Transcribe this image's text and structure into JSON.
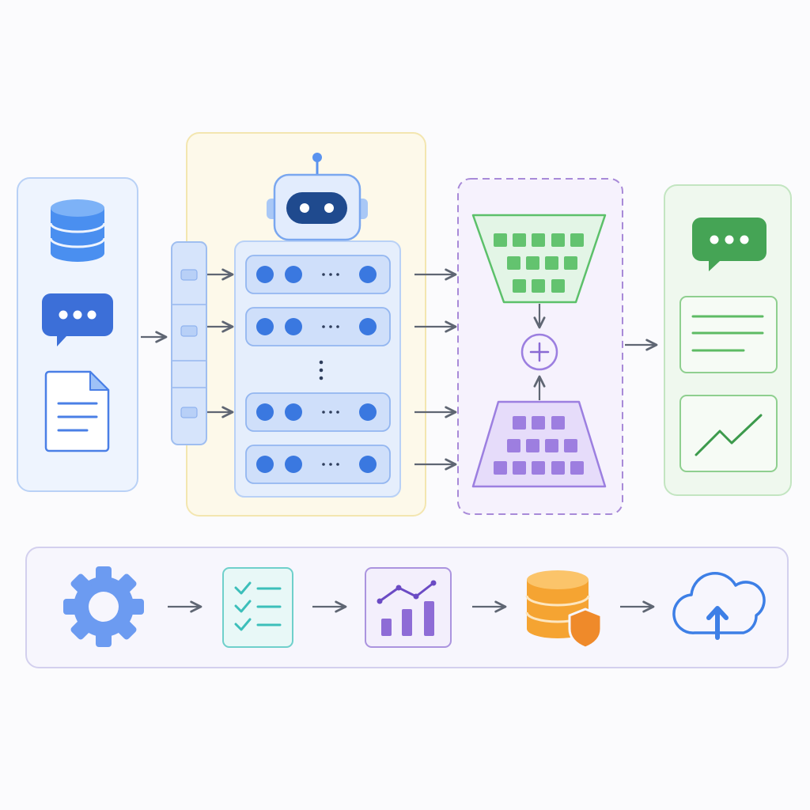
{
  "diagram": {
    "text": [],
    "nodes": {
      "input_panel": [
        "database-icon",
        "chat-bubble-icon",
        "document-icon"
      ],
      "router": [
        "robot-icon",
        "expert-layer-stack"
      ],
      "fusion": [
        "encoder-trapezoid",
        "add-operator-icon",
        "decoder-trapezoid"
      ],
      "output_panel": [
        "chat-response-icon",
        "text-document-icon",
        "line-chart-icon"
      ],
      "pipeline": [
        "settings-gear-icon",
        "checklist-icon",
        "analytics-chart-icon",
        "secure-database-icon",
        "cloud-upload-icon"
      ]
    },
    "colors": {
      "input": "#3f86ee",
      "router_panel": "#fdf9ea",
      "expert": "#3a78e0",
      "encoder": "#5cc06a",
      "decoder": "#9c7fe0",
      "output": "#4aa85a",
      "pipeline_border": "#d3d0ee",
      "checklist": "#3cbfba",
      "database_secure": "#f5a432",
      "cloud": "#3d7fe6",
      "arrow": "#5f6673"
    }
  }
}
